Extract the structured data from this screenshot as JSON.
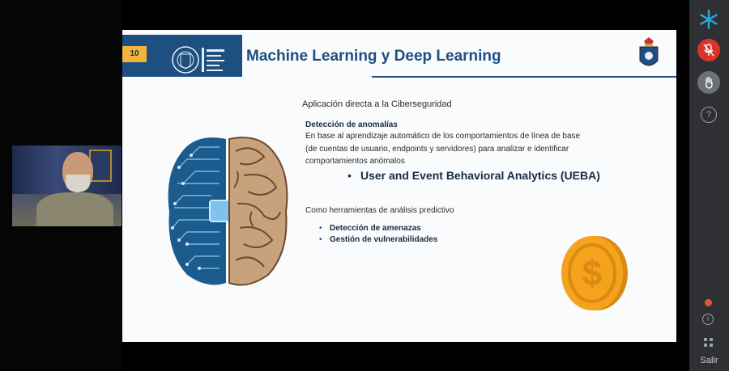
{
  "slide": {
    "number": "10",
    "title": "Machine Learning y Deep Learning",
    "subtitle": "Aplicación directa a la Ciberseguridad",
    "section_heading": "Detección de anomalías",
    "body_lines": [
      "En base al aprendizaje automático de los comportamientos de línea de base",
      "(de cuentas de usuario, endpoints y servidores) para analizar e identificar",
      "comportamientos anómalos"
    ],
    "highlight_bullet": "User and Event Behavioral Analytics (UEBA)",
    "predictive_heading": "Como herramientas de análisis predictivo",
    "predictive_items": [
      "Detección de amenazas",
      "Gestión de vulnerabilidades"
    ]
  },
  "toolbar": {
    "exit_label": "Salir",
    "help_label": "?",
    "info_label": "i",
    "icons": [
      "snowflake-logo-icon",
      "microphone-muted-icon",
      "raise-hand-icon",
      "help-icon",
      "recording-indicator-icon",
      "info-icon",
      "grid-icon"
    ]
  },
  "colors": {
    "brand_blue": "#1d4f80",
    "accent_gold": "#f2b43a",
    "mic_red": "#d9352a",
    "toolbar_bg": "#2e3033"
  }
}
